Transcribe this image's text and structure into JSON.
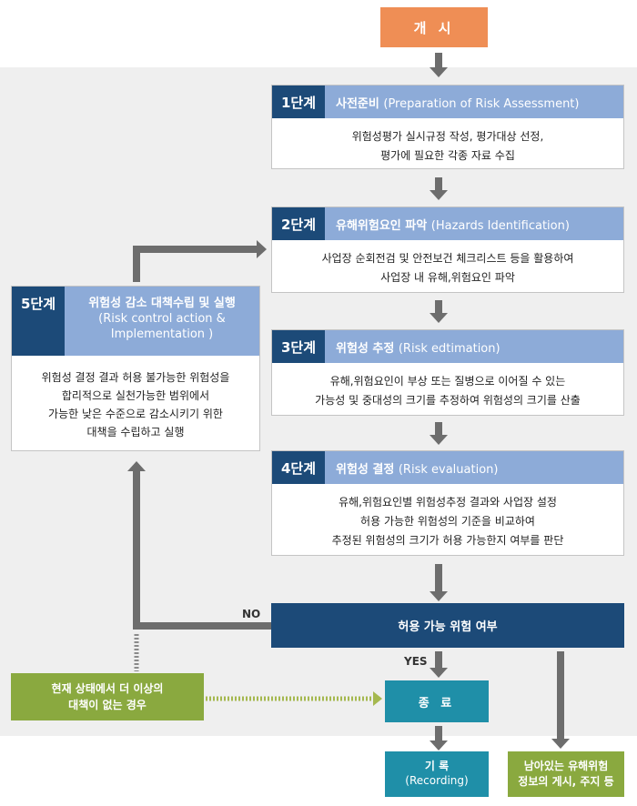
{
  "start": {
    "label": "개 시"
  },
  "steps": [
    {
      "badge": "1단계",
      "title_ko": "사전준비",
      "title_en": "(Preparation of Risk Assessment)",
      "lines": [
        "위험성평가 실시규정 작성, 평가대상 선정,",
        "평가에 필요한 각종 자료 수집"
      ]
    },
    {
      "badge": "2단계",
      "title_ko": "유해위험요인 파악",
      "title_en": "(Hazards Identification)",
      "lines": [
        "사업장 순회전검 및 안전보건 체크리스트 등을 활용하여",
        "사업장 내 유해,위험요인 파악"
      ]
    },
    {
      "badge": "3단계",
      "title_ko": "위험성 추정",
      "title_en": "(Risk edtimation)",
      "lines": [
        "유해,위험요인이 부상 또는 질병으로 이어질 수 있는",
        "가능성 및 중대성의 크기를 추정하여 위험성의 크기를 산출"
      ]
    },
    {
      "badge": "4단계",
      "title_ko": "위험성 결정",
      "title_en": "(Risk evaluation)",
      "lines": [
        "유해,위험요인별 위험성추정 결과와 사업장 설정",
        "허용 가능한 위험성의 기준을 비교하여",
        "추정된 위험성의 크기가 허용 가능한지 여부를 판단"
      ]
    }
  ],
  "step5": {
    "badge": "5단계",
    "title_ko": "위험성 감소 대책수립 및 실행",
    "title_en_1": "(Risk control action &",
    "title_en_2": "Implementation )",
    "lines": [
      "위험성 결정 결과 허용 불가능한 위험성을",
      "합리적으로 실천가능한 범위에서",
      "가능한 낮은 수준으로 감소시키기 위한",
      "대책을 수립하고 실행"
    ]
  },
  "decision": {
    "label": "허용 가능 위험 여부",
    "no_label": "NO",
    "yes_label": "YES"
  },
  "end": {
    "label": "종 료"
  },
  "record": {
    "ko": "기 록",
    "en": "(Recording)"
  },
  "remaining": {
    "line1": "남아있는 유해위험",
    "line2": "정보의 게시, 주지 등"
  },
  "no_more": {
    "line1": "현재 상태에서 더 이상의",
    "line2": "대책이 없는 경우"
  },
  "colors": {
    "start": "#ef8e55",
    "step_header": "#8dabd8",
    "badge": "#1c4a78",
    "end": "#1f8fa8",
    "green": "#8aa93f",
    "arrow": "#6d6d6d"
  }
}
